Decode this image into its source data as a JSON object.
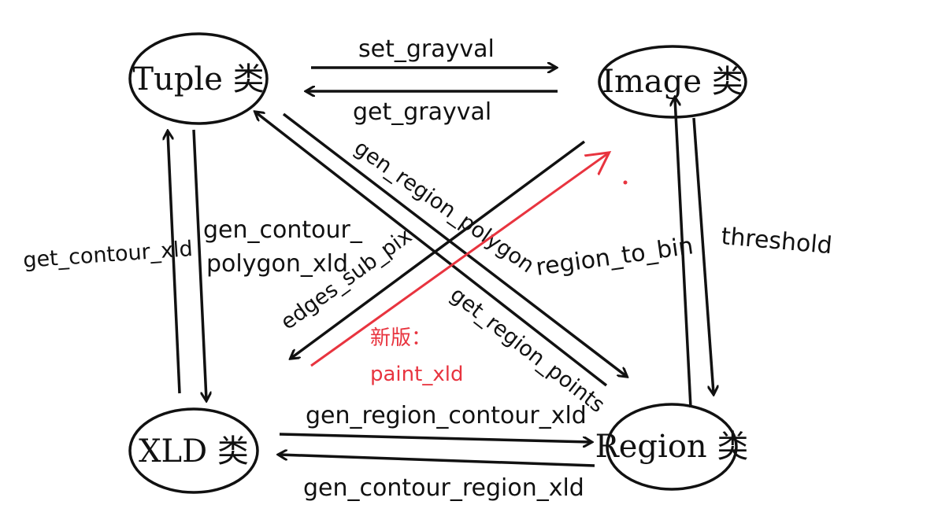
{
  "nodes": {
    "tuple": "Tuple 类",
    "image": "Image 类",
    "xld": "XLD 类",
    "region": "Region 类"
  },
  "edges": {
    "set_grayval": "set_grayval",
    "get_grayval": "get_grayval",
    "gen_region_polygon": "gen_region_polygon",
    "get_region_points": "get_region_points",
    "get_contour_xld": "get_contour_xld",
    "gen_contour_polygon_xld_line1": "gen_contour_",
    "gen_contour_polygon_xld_line2": "polygon_xld",
    "threshold": "threshold",
    "region_to_bin": "region_to_bin",
    "edges_sub_pix": "edges_sub_pix",
    "gen_region_contour_xld": "gen_region_contour_xld",
    "gen_contour_region_xld": "gen_contour_region_xld"
  },
  "annotation": {
    "new_version": "新版：",
    "paint_xld": "paint_xld",
    "color": "#e8343f"
  }
}
